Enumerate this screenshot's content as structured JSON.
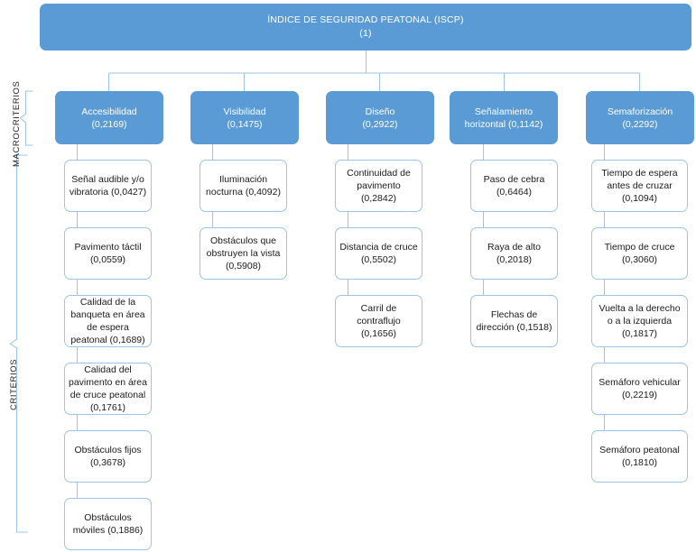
{
  "diagram": {
    "title_root": "ÍNDICE DE SEGURIDAD PEATONAL (ISCP)",
    "title_root_weight": "(1)",
    "rails": [
      {
        "id": "macrocriterios",
        "label": "MACROCRITERIOS"
      },
      {
        "id": "criterios",
        "label": "CRITERIOS"
      }
    ],
    "macrocriteria": [
      {
        "id": "accesibilidad",
        "name": "Accesibilidad",
        "weight": "(0,2169)",
        "label": "Accesibilidad\n(0,2169)"
      },
      {
        "id": "visibilidad",
        "name": "Visibilidad",
        "weight": "(0,1475)",
        "label": "Visibilidad\n(0,1475)"
      },
      {
        "id": "diseno",
        "name": "Diseño",
        "weight": "(0,2922)",
        "label": "Diseño\n(0,2922)"
      },
      {
        "id": "senalamiento",
        "name": "Señalamiento horizontal",
        "weight": "(0,1142)",
        "label": "Señalamiento\nhorizontal (0,1142)"
      },
      {
        "id": "semaforizacion",
        "name": "Semaforización",
        "weight": "(0,2292)",
        "label": "Semaforización\n(0,2292)"
      }
    ],
    "criteria": {
      "accesibilidad": [
        {
          "text": "Señal audible y/o vibratoria (0,0427)",
          "weight": "0,0427"
        },
        {
          "text": "Pavimento táctil (0,0559)",
          "weight": "0,0559"
        },
        {
          "text": "Calidad de la banqueta en área de espera peatonal (0,1689)",
          "weight": "0,1689"
        },
        {
          "text": "Calidad del pavimento en área de cruce peatonal (0,1761)",
          "weight": "0,1761"
        },
        {
          "text": "Obstáculos fijos (0,3678)",
          "weight": "0,3678"
        },
        {
          "text": "Obstáculos móviles (0,1886)",
          "weight": "0,1886"
        }
      ],
      "visibilidad": [
        {
          "text": "Iluminación nocturna (0,4092)",
          "weight": "0,4092"
        },
        {
          "text": "Obstáculos que obstruyen la vista (0,5908)",
          "weight": "0,5908"
        }
      ],
      "diseno": [
        {
          "text": "Continuidad de pavimento (0,2842)",
          "weight": "0,2842"
        },
        {
          "text": "Distancia de cruce (0,5502)",
          "weight": "0,5502"
        },
        {
          "text": "Carril de contraflujo (0,1656)",
          "weight": "0,1656"
        }
      ],
      "senalamiento": [
        {
          "text": "Paso de cebra (0,6464)",
          "weight": "0,6464"
        },
        {
          "text": "Raya de alto (0,2018)",
          "weight": "0,2018"
        },
        {
          "text": "Flechas de dirección (0,1518)",
          "weight": "0,1518"
        }
      ],
      "semaforizacion": [
        {
          "text": "Tiempo de espera antes de cruzar (0,1094)",
          "weight": "0,1094"
        },
        {
          "text": "Tiempo de cruce (0,3060)",
          "weight": "0,3060"
        },
        {
          "text": "Vuelta a la derecho o a la izquierda (0,1817)",
          "weight": "0,1817"
        },
        {
          "text": "Semáforo vehicular (0,2219)",
          "weight": "0,2219"
        },
        {
          "text": "Semáforo peatonal (0,1810)",
          "weight": "0,1810"
        }
      ]
    },
    "colors": {
      "node_fill": "#5B9BD5",
      "node_text": "#FFFFFF",
      "leaf_border": "#9DC3E6",
      "leaf_fill": "#FFFFFF",
      "connector": "#9DC3E6",
      "rail_text": "#1A1A1A"
    }
  }
}
